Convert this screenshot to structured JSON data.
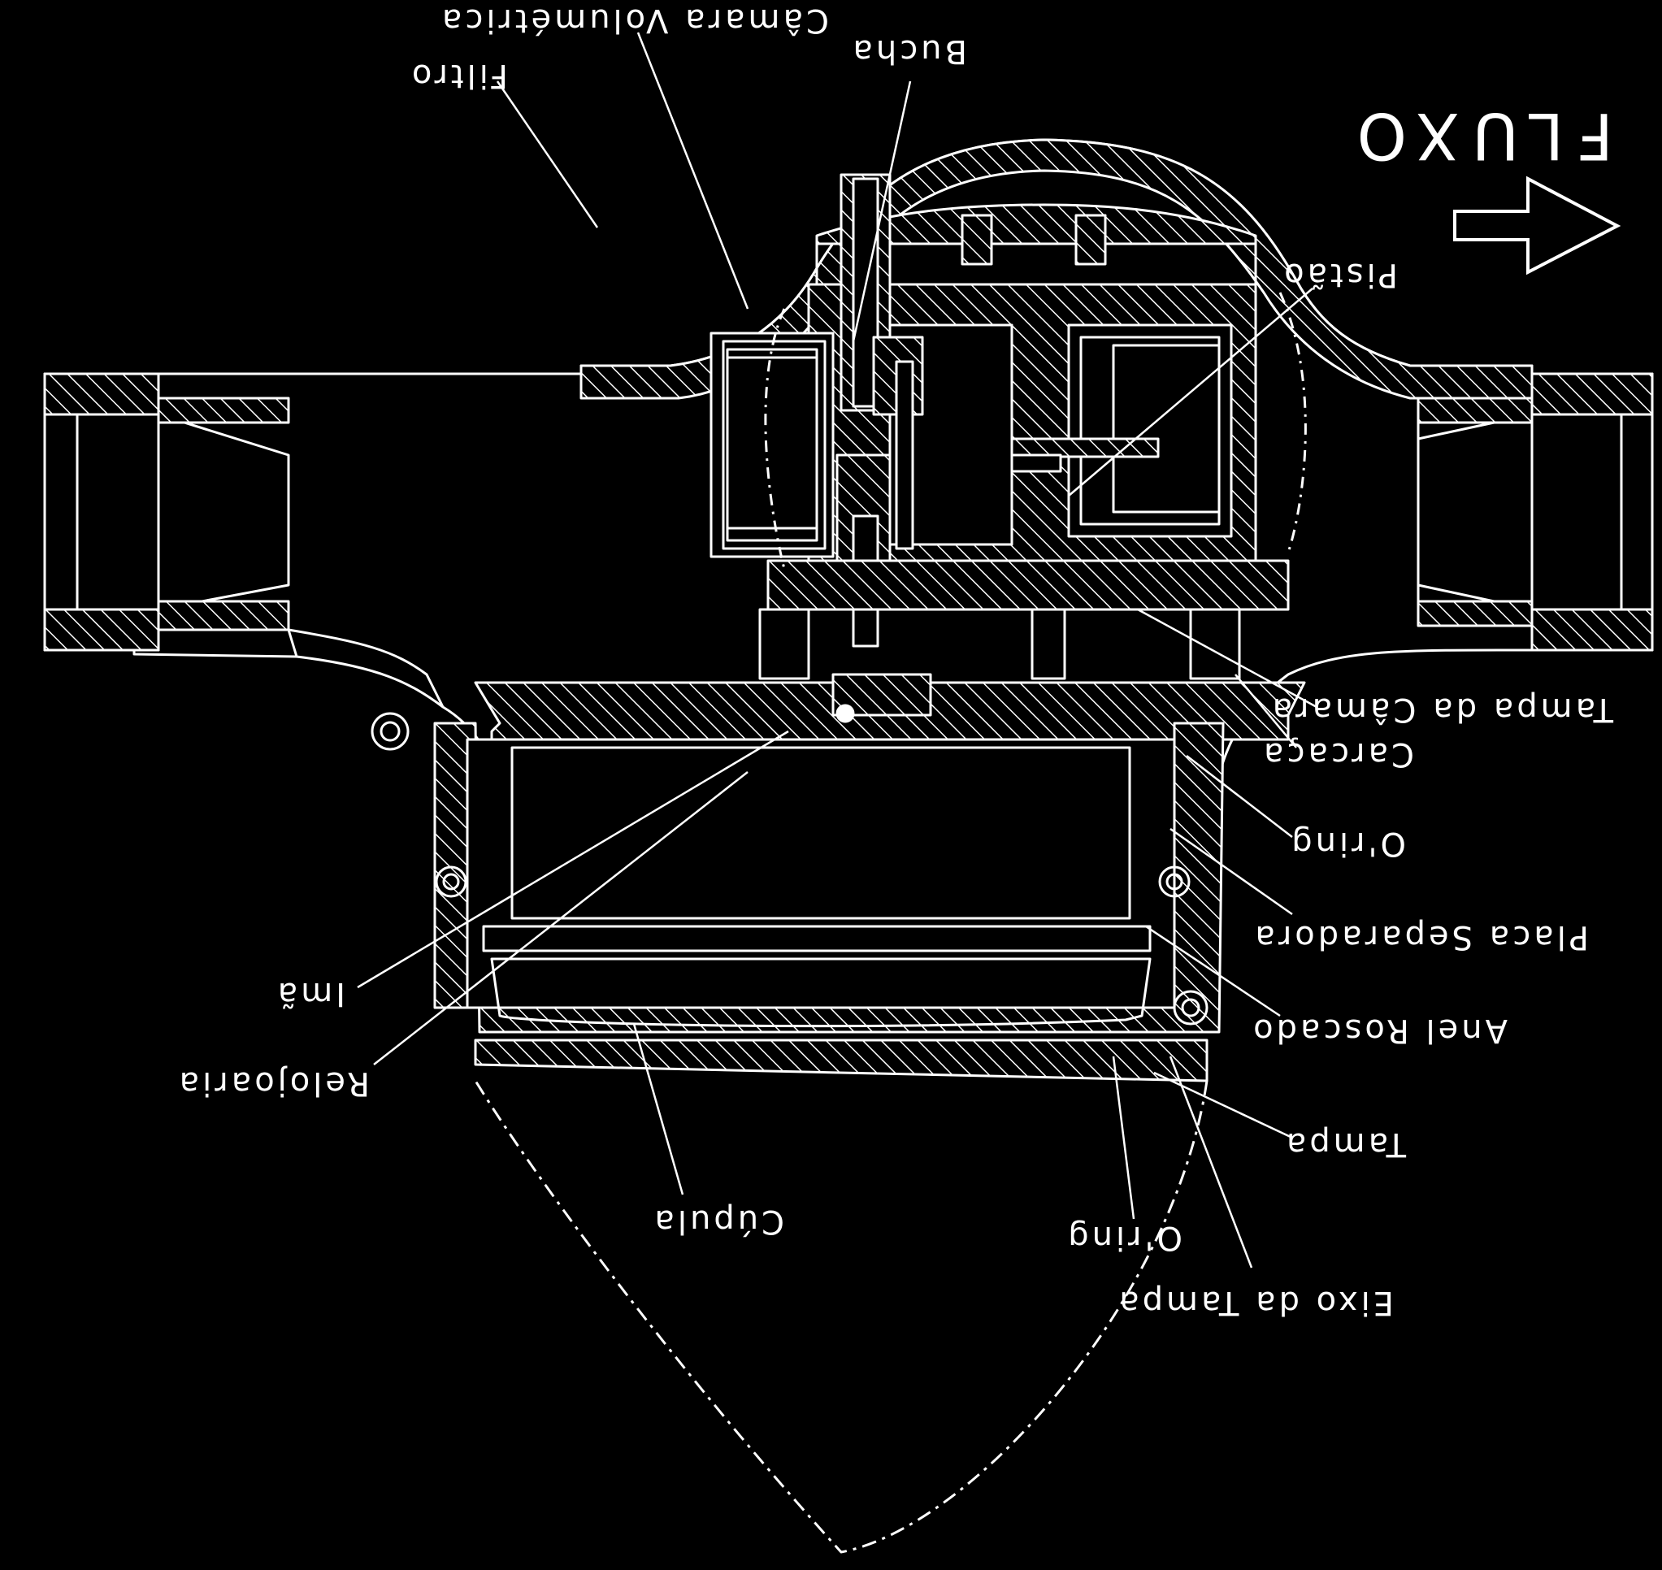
{
  "colors": {
    "background": "#000000",
    "line": "#ffffff"
  },
  "labels": {
    "fluxo": "FLUXO",
    "camara_volumetrica": "Câmara Volumétrica",
    "bucha": "Bucha",
    "filtro": "Filtro",
    "pistao": "Pistão",
    "tampa_da_camara": "Tampa da Câmara",
    "carcaca": "Carcaça",
    "oring_upper": "O'ring",
    "placa_separadora": "Placa Separadora",
    "anel_roscado": "Anel Roscado",
    "tampa": "Tampa",
    "eixo_da_tampa": "Eixo da Tampa",
    "oring_lower": "O'ring",
    "cupula": "Cúpula",
    "ima": "Imã",
    "relojoaria": "Relojoaria"
  }
}
